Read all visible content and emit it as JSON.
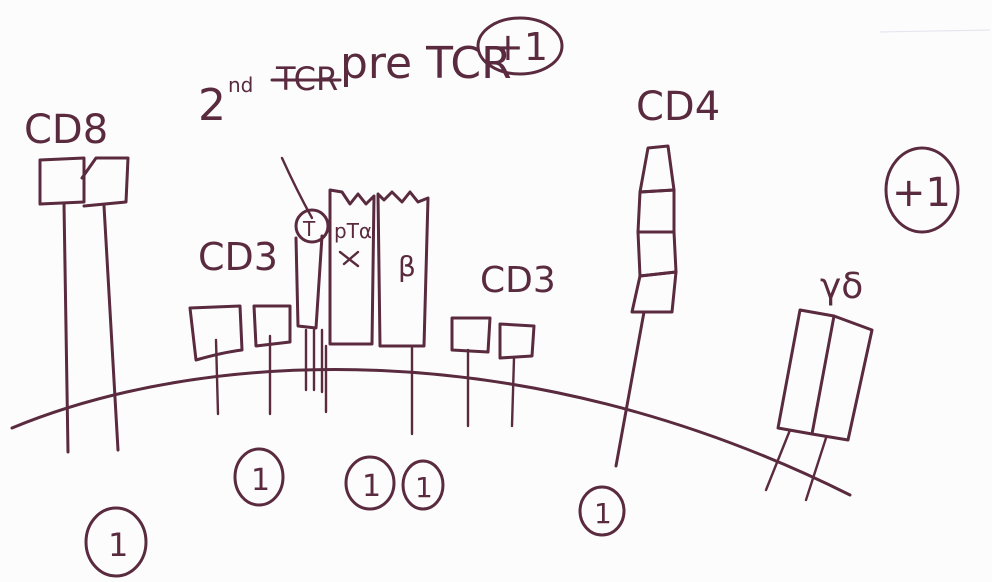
{
  "title": {
    "prefix": "2",
    "superscript": "nd",
    "struck": "TCR",
    "main": "pre TCR",
    "score": "+1"
  },
  "side_score": "+1",
  "labels": {
    "cd8": "CD8",
    "cd3_left": "CD3",
    "cd3_right": "CD3",
    "cd4": "CD4",
    "gamma_delta": "γδ",
    "ptalpha": "pTα",
    "t": "T",
    "beta": "β"
  },
  "marks": [
    "1",
    "1",
    "1",
    "1",
    "1"
  ]
}
